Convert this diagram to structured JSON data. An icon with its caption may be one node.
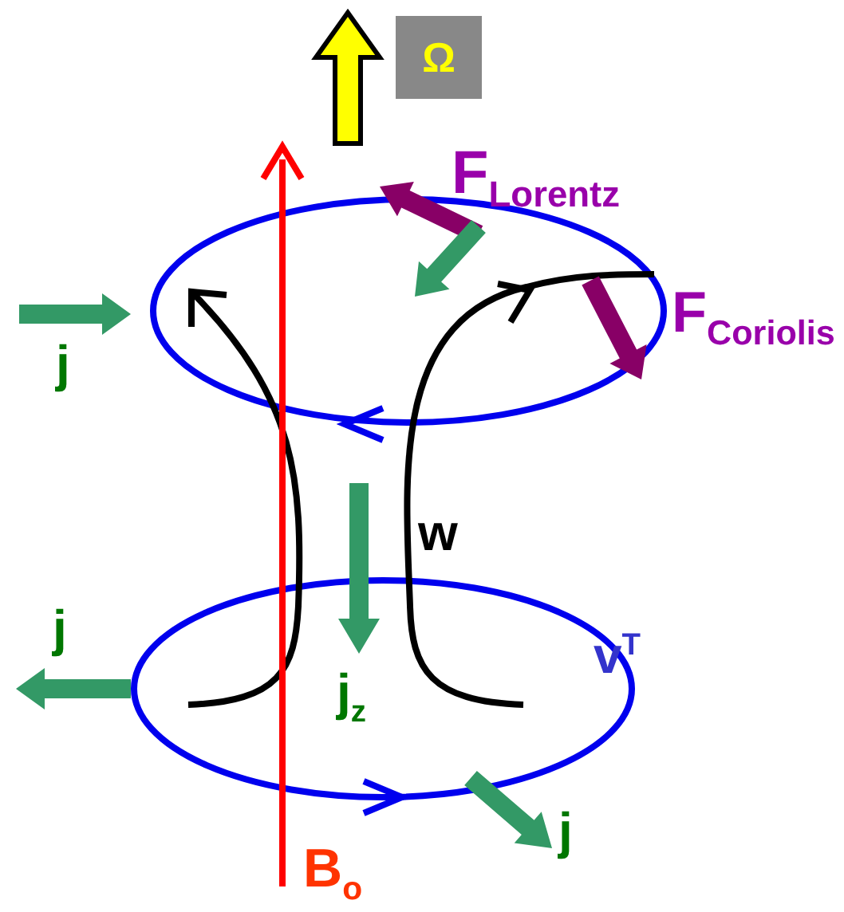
{
  "diagram": {
    "nodes": [
      {
        "text": [
          "Ω"
        ]
      }
    ],
    "labels": [
      "F$_{Lorentz}$",
      "j",
      "F$_{Coriolis}$",
      "w",
      "j",
      "j$_{z}$",
      "v$^{T}$",
      "j",
      "B$_{o}$"
    ]
  }
}
